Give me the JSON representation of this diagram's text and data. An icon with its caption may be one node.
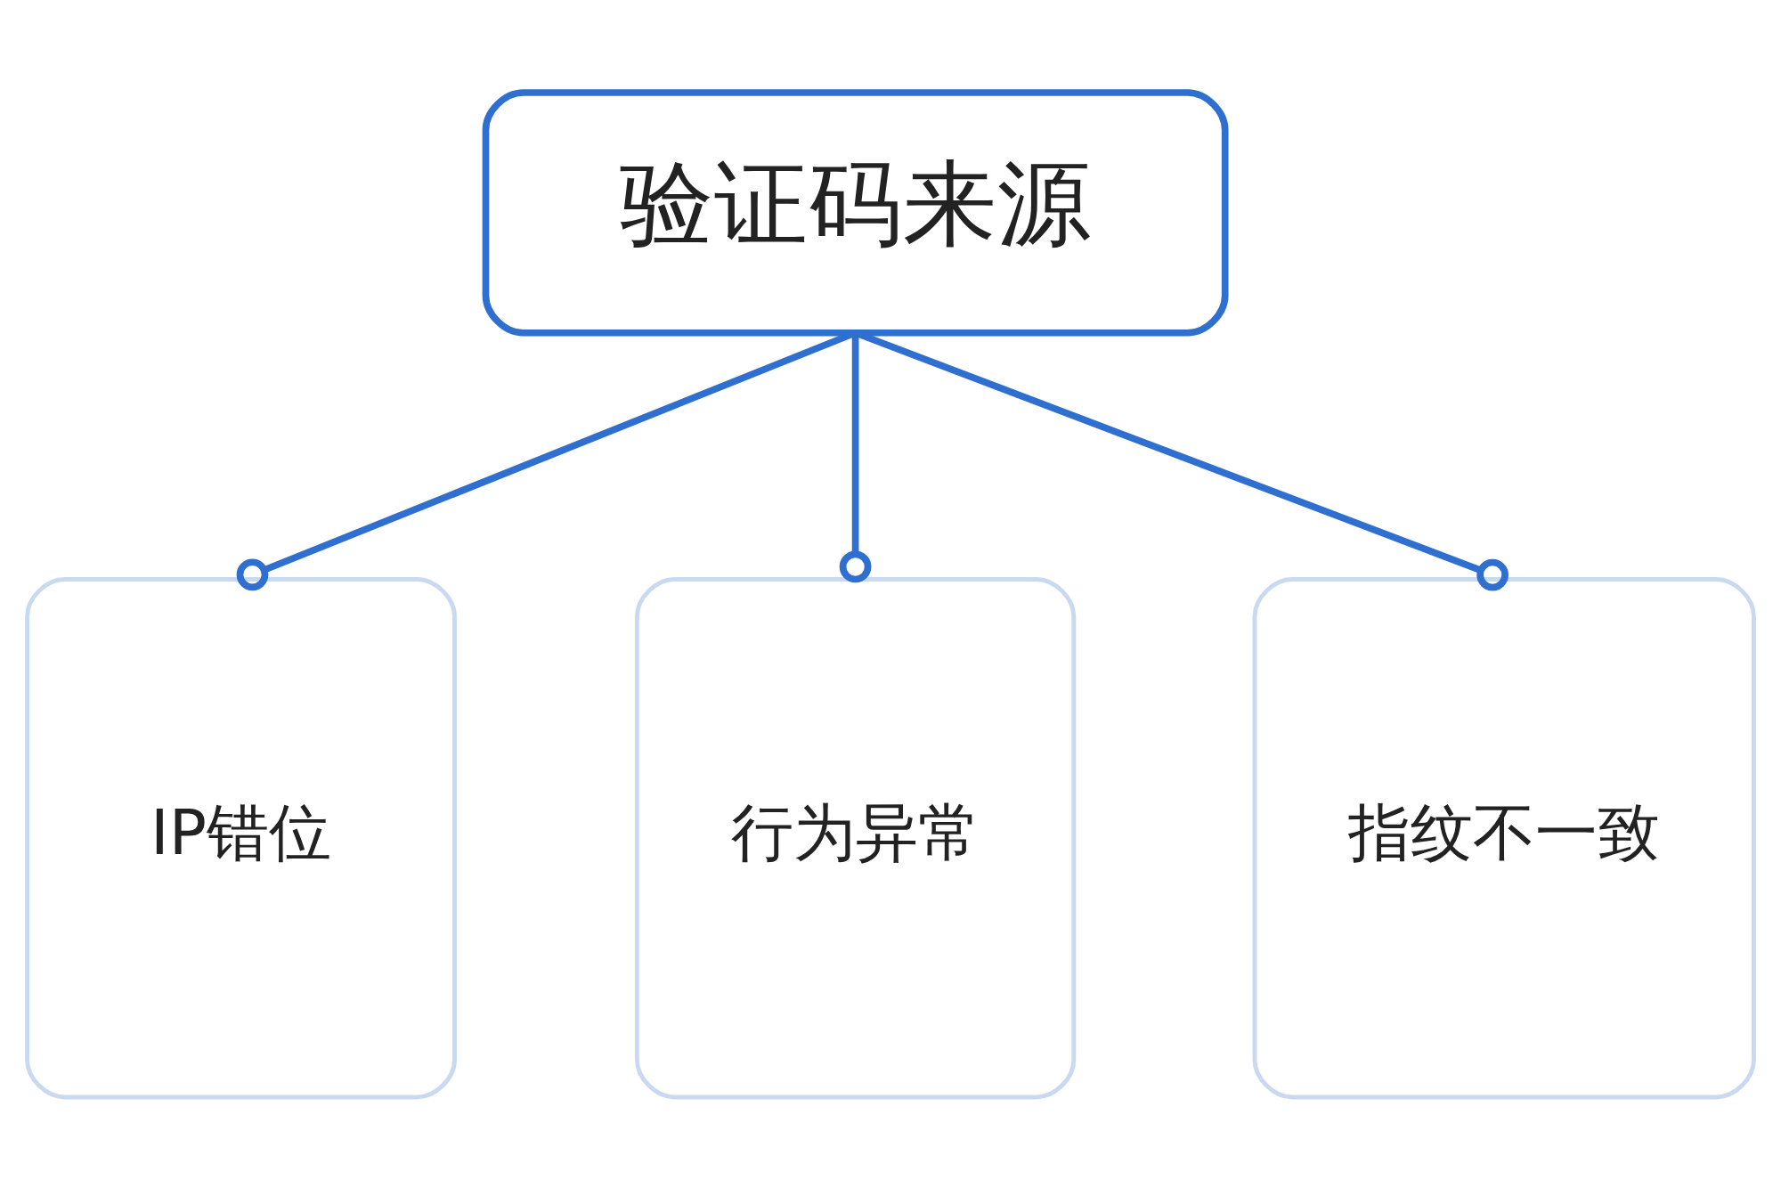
{
  "diagram": {
    "nodes": [
      {
        "text": [
          "验证码来源"
        ]
      },
      {
        "text": [
          "IP错位"
        ]
      },
      {
        "text": [
          "行为异常"
        ]
      },
      {
        "text": [
          "指纹不一致"
        ]
      }
    ],
    "edges": [
      {
        "from": 0,
        "to": 1,
        "arrow": "other"
      },
      {
        "from": 0,
        "to": 2,
        "arrow": "other"
      },
      {
        "from": 0,
        "to": 3,
        "arrow": "other"
      }
    ]
  }
}
